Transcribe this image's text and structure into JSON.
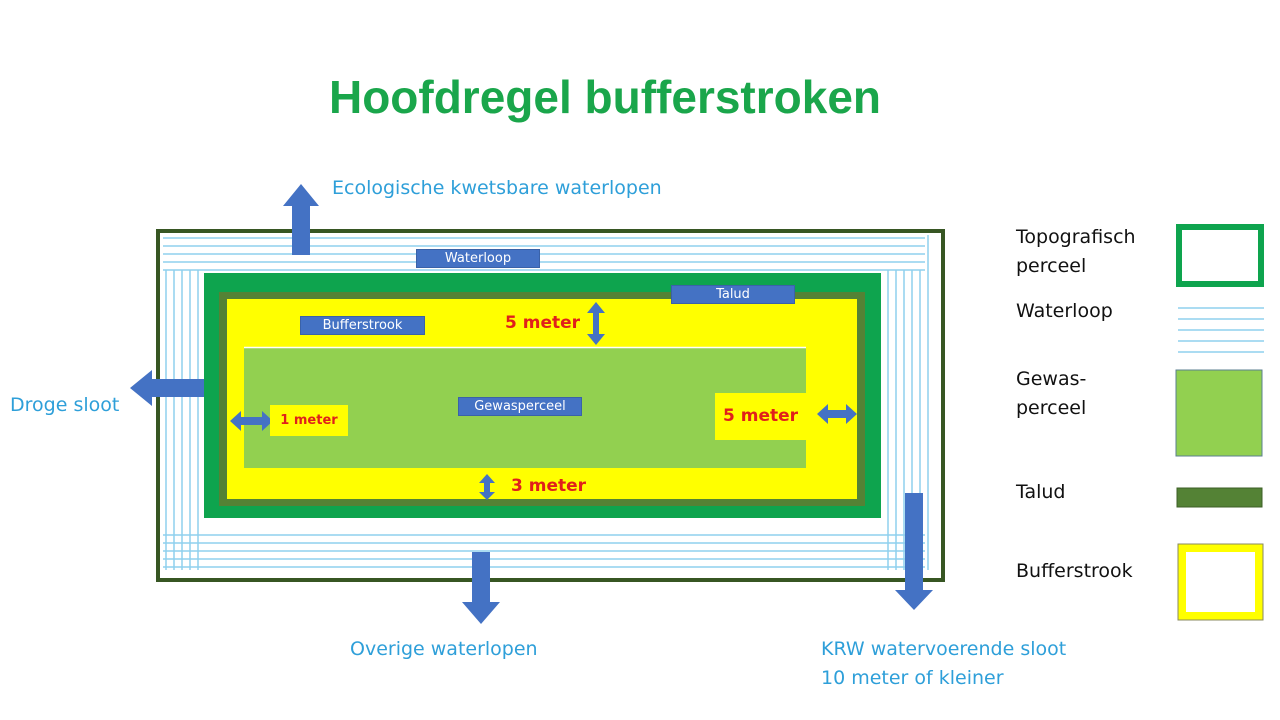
{
  "title": "Hoofdregel bufferstroken",
  "callouts": {
    "ecologisch": "Ecologische kwetsbare waterlopen",
    "droge_sloot": "Droge sloot",
    "overige": "Overige waterlopen",
    "krw_line1": "KRW watervoerende sloot",
    "krw_line2": "10 meter of kleiner"
  },
  "tags": {
    "waterloop": "Waterloop",
    "talud": "Talud",
    "bufferstrook": "Bufferstrook",
    "gewasperceel": "Gewasperceel"
  },
  "distances": {
    "top": "5 meter",
    "left": "1 meter",
    "right": "5 meter",
    "bottom": "3 meter"
  },
  "legend": [
    {
      "label_line1": "Topografisch",
      "label_line2": "perceel",
      "swatch": "topografisch"
    },
    {
      "label_line1": "Waterloop",
      "label_line2": "",
      "swatch": "waterloop"
    },
    {
      "label_line1": "Gewas-",
      "label_line2": "perceel",
      "swatch": "gewas"
    },
    {
      "label_line1": "Talud",
      "label_line2": "",
      "swatch": "talud"
    },
    {
      "label_line1": "Bufferstrook",
      "label_line2": "",
      "swatch": "bufferstrook"
    }
  ],
  "colors": {
    "title": "#1aa64b",
    "callout": "#2e9fd9",
    "perceel_border": "#375623",
    "water_line": "#8fd0ee",
    "green_band": "#0ea44e",
    "talud": "#548235",
    "buffer": "#ffff00",
    "crop": "#92d050",
    "arrow": "#4472c4",
    "distance_text": "#e0201b"
  }
}
